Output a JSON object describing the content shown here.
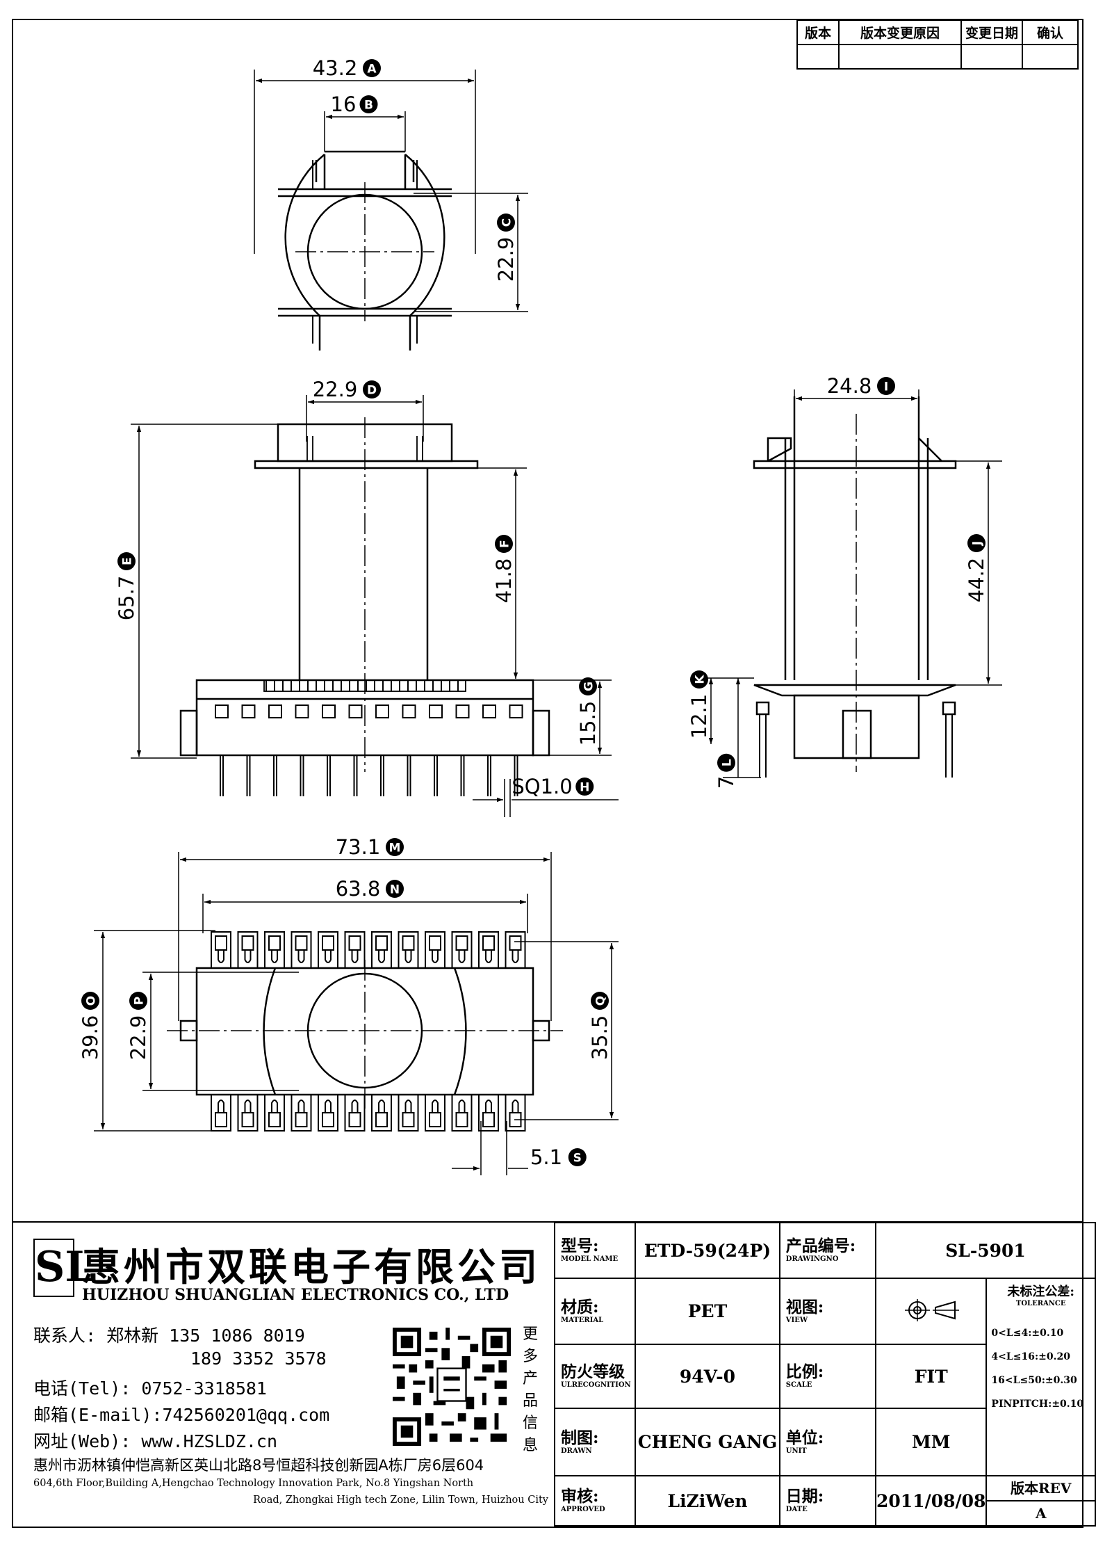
{
  "revision_table": {
    "headers": [
      "版本",
      "版本变更原因",
      "变更日期",
      "确认"
    ]
  },
  "top_view": {
    "dim_A": "43.2",
    "dim_A_tag": "A",
    "dim_B": "16",
    "dim_B_tag": "B",
    "dim_C": "22.9",
    "dim_C_tag": "C"
  },
  "front_view": {
    "dim_D": "22.9",
    "dim_D_tag": "D",
    "dim_E": "65.7",
    "dim_E_tag": "E",
    "dim_F": "41.8",
    "dim_F_tag": "F",
    "dim_G": "15.5",
    "dim_G_tag": "G",
    "dim_H": "SQ1.0",
    "dim_H_tag": "H"
  },
  "side_view": {
    "dim_I": "24.8",
    "dim_I_tag": "I",
    "dim_J": "44.2",
    "dim_J_tag": "J",
    "dim_K": "12.1",
    "dim_K_tag": "K",
    "dim_L": "7",
    "dim_L_tag": "L"
  },
  "bottom_view": {
    "dim_M": "73.1",
    "dim_M_tag": "M",
    "dim_N": "63.8",
    "dim_N_tag": "N",
    "dim_O": "39.6",
    "dim_O_tag": "O",
    "dim_P": "22.9",
    "dim_P_tag": "P",
    "dim_Q": "35.5",
    "dim_Q_tag": "Q",
    "dim_S": "5.1",
    "dim_S_tag": "S"
  },
  "company": {
    "logo_text": "SL",
    "name_cn": "惠州市双联电子有限公司",
    "name_en": "HUIZHOU SHUANGLIAN ELECTRONICS CO., LTD",
    "contact_line1": "联系人: 郑林新 135 1086 8019",
    "contact_line2": "189 3352 3578",
    "tel": "电话(Tel): 0752-3318581",
    "email": "邮箱(E-mail):742560201@qq.com",
    "web": "网址(Web): www.HZSLDZ.cn",
    "qr_more": [
      "更",
      "多",
      "产",
      "品",
      "信",
      "息"
    ],
    "address_cn": "惠州市沥林镇仲恺高新区英山北路8号恒超科技创新园A栋厂房6层604",
    "address_en_1": "604,6th Floor,Building A,Hengchao Technology Innovation Park, No.8 Yingshan North",
    "address_en_2": "Road, Zhongkai High tech Zone, Lilin Town, Huizhou City"
  },
  "spec": {
    "model_label": "型号:",
    "model_label_en": "MODEL NAME",
    "model_value": "ETD-59(24P)",
    "drawing_label": "产品编号:",
    "drawing_label_en": "DRAWINGNO",
    "drawing_value": "SL-5901",
    "material_label": "材质:",
    "material_label_en": "MATERIAL",
    "material_value": "PET",
    "view_label": "视图:",
    "view_label_en": "VIEW",
    "tolerance_label": "未标注公差:",
    "tolerance_label_en": "TOLERANCE",
    "tolerance_rows": [
      "0<L≤4:±0.10",
      "4<L≤16:±0.20",
      "16<L≤50:±0.30",
      "PINPITCH:±0.10"
    ],
    "fire_label": "防火等级",
    "fire_label_en": "ULRECOGNITION",
    "fire_value": "94V-0",
    "scale_label": "比例:",
    "scale_label_en": "SCALE",
    "scale_value": "FIT",
    "drawn_label": "制图:",
    "drawn_label_en": "DRAWN",
    "drawn_value": "CHENG GANG",
    "unit_label": "单位:",
    "unit_label_en": "UNIT",
    "unit_value": "MM",
    "approved_label": "审核:",
    "approved_label_en": "APPROVED",
    "approved_value": "LiZiWen",
    "date_label": "日期:",
    "date_label_en": "DATE",
    "date_value": "2011/08/08",
    "rev_label": "版本REV",
    "rev_value": "A"
  }
}
